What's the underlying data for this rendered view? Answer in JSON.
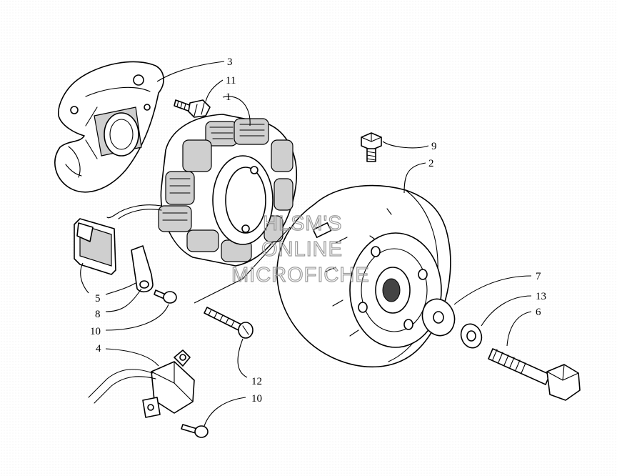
{
  "watermark": [
    "HLSM'S",
    "ONLINE",
    "MICROFICHE"
  ],
  "callouts": [
    {
      "id": "stator",
      "label": "1"
    },
    {
      "id": "flywheel",
      "label": "2"
    },
    {
      "id": "stator-plate",
      "label": "3"
    },
    {
      "id": "pickup-coil",
      "label": "4"
    },
    {
      "id": "coil-pad",
      "label": "5"
    },
    {
      "id": "flywheel-bolt",
      "label": "6"
    },
    {
      "id": "flat-washer",
      "label": "7"
    },
    {
      "id": "clamp",
      "label": "8"
    },
    {
      "id": "flywheel-cap-screw",
      "label": "9"
    },
    {
      "id": "clamp-screw",
      "label": "10"
    },
    {
      "id": "plate-screw",
      "label": "11"
    },
    {
      "id": "stator-screw",
      "label": "12"
    },
    {
      "id": "lock-washer",
      "label": "13"
    },
    {
      "id": "pickup-screw",
      "label": "10"
    }
  ]
}
